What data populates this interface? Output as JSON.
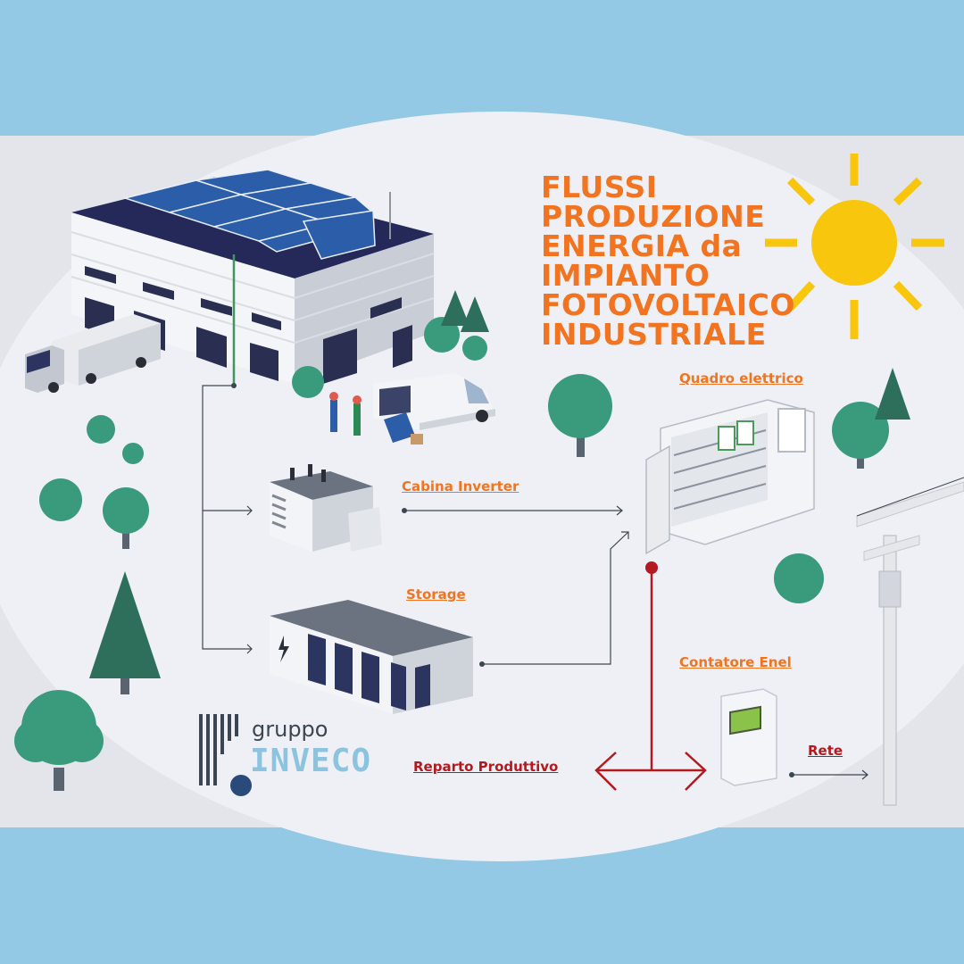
{
  "title_lines": [
    "FLUSSI",
    "PRODUZIONE",
    "ENERGIA da",
    "IMPIANTO",
    "FOTOVOLTAICO",
    "INDUSTRIALE"
  ],
  "labels": {
    "quadro": "Quadro elettrico",
    "cabina": "Cabina Inverter",
    "storage": "Storage",
    "contatore": "Contatore Enel",
    "reparto": "Reparto Produttivo",
    "rete": "Rete"
  },
  "logo": {
    "top": "gruppo",
    "brand": "INVECO"
  },
  "colors": {
    "frame": "#94c9e5",
    "background": "#eeeff4",
    "title": "#f27420",
    "label_orange": "#f27420",
    "label_red": "#b3191f",
    "flow_line": "#3c4650",
    "red_flow": "#b3191f",
    "sun": "#f9c60e",
    "tree": "#3a9a7c",
    "solar_panel": "#2b5da8"
  },
  "icons": [
    "sun-icon",
    "factory-icon",
    "truck-icon",
    "van-icon",
    "inverter-cabin-icon",
    "battery-storage-icon",
    "electrical-panel-icon",
    "energy-meter-icon",
    "power-pole-icon",
    "tree-icon",
    "globe-icon"
  ]
}
